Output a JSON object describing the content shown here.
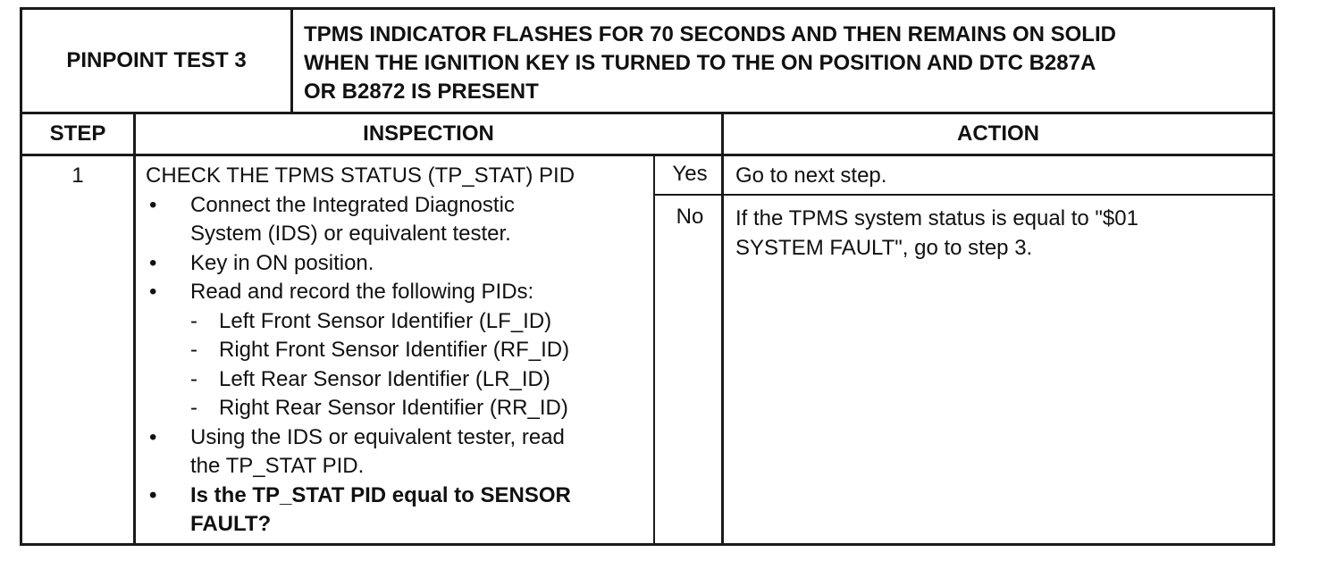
{
  "header": {
    "test_label": "PINPOINT TEST 3",
    "title_line1": "TPMS INDICATOR FLASHES FOR 70 SECONDS AND THEN REMAINS ON SOLID",
    "title_line2": "WHEN THE IGNITION KEY IS TURNED TO THE ON POSITION AND DTC B287A",
    "title_line3": "OR B2872 IS PRESENT"
  },
  "columns": {
    "step": "STEP",
    "inspection": "INSPECTION",
    "action": "ACTION"
  },
  "step": {
    "number": "1",
    "inspection_title": "CHECK THE TPMS STATUS (TP_STAT) PID",
    "bullets": [
      {
        "lines": [
          "Connect the Integrated Diagnostic",
          "System (IDS) or equivalent tester."
        ]
      },
      {
        "lines": [
          "Key in ON position."
        ]
      },
      {
        "lines": [
          "Read and record the following PIDs:"
        ]
      }
    ],
    "sub_items": [
      "Left Front Sensor Identifier (LF_ID)",
      "Right Front Sensor Identifier (RF_ID)",
      "Left Rear Sensor Identifier (LR_ID)",
      "Right Rear Sensor Identifier (RR_ID)"
    ],
    "bullet_after": [
      "Using the IDS or equivalent tester, read",
      "the TP_STAT PID."
    ],
    "question": [
      "Is the TP_STAT PID equal to SENSOR",
      "FAULT?"
    ],
    "bullet_symbol": "•",
    "dash_symbol": "-",
    "yes_label": "Yes",
    "yes_action": "Go to next step.",
    "no_label": "No",
    "no_action_line1": "If the TPMS system status is equal to \"$01",
    "no_action_line2": "SYSTEM FAULT\", go to step 3."
  }
}
